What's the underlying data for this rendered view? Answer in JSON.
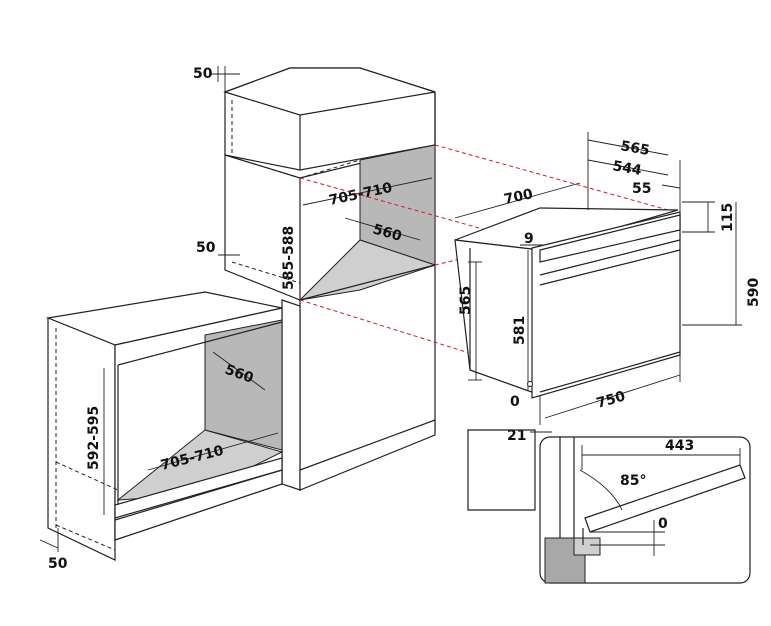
{
  "dimensions": {
    "tall_cabinet_top_gap": "50",
    "tall_cabinet_side_gap": "50",
    "tall_niche_width": "705-710",
    "tall_niche_depth": "560",
    "tall_niche_height": "585-588",
    "under_counter_depth": "560",
    "under_counter_width": "705-710",
    "under_counter_height": "592-595",
    "under_counter_bottom_gap": "50",
    "oven_depth_total": "565",
    "oven_depth_body": "544",
    "oven_side_offset": "55",
    "oven_length": "700",
    "oven_top_offset": "115",
    "oven_panel_gap": "9",
    "oven_height_total": "590",
    "oven_body_height": "565",
    "oven_front_height": "581",
    "oven_width": "750",
    "oven_base_offset": "0",
    "oven_front_depth": "21",
    "door_open_depth": "443",
    "door_angle": "85°",
    "door_clearance": "0"
  }
}
